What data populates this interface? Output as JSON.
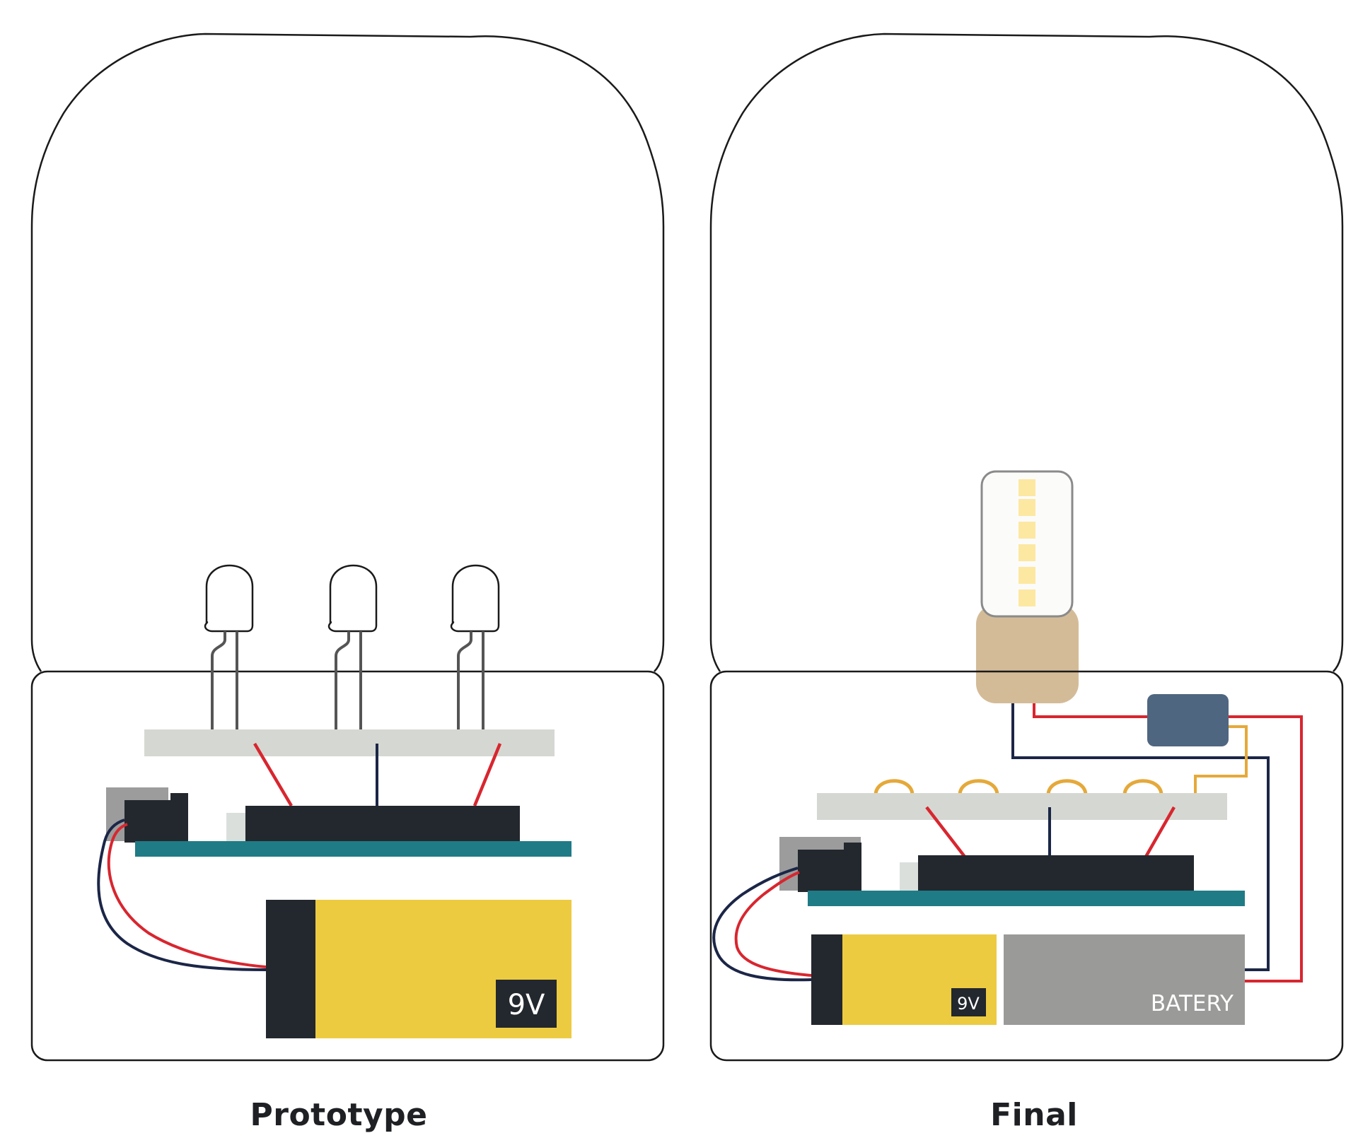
{
  "labels": {
    "prototype": "Prototype",
    "final": "Final",
    "battery_9v": "9V",
    "battery_9v_small": "9V",
    "battery_pack": "BATERY"
  },
  "colors": {
    "outline": "#1a1a1a",
    "breadboard": "#d5d8d2",
    "chip": "#23272e",
    "pcb": "#1f7b86",
    "wire_red": "#d8262f",
    "wire_navy": "#1b2647",
    "wire_orange": "#e5a93a",
    "battery_yellow": "#eccb41",
    "battery_gray": "#9a9b99",
    "led_module": "#4f6680",
    "bulb_base": "#d4bb98",
    "bulb_glow": "#fde8a2",
    "jack_gray": "#9c9c9c"
  }
}
